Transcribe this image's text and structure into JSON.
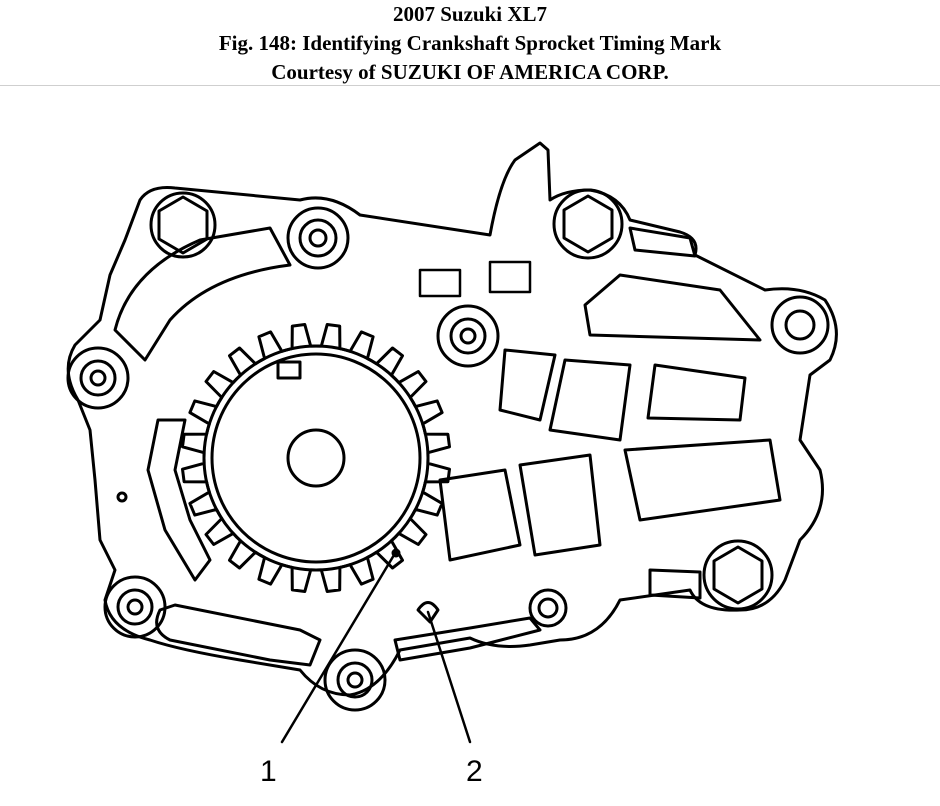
{
  "header": {
    "line1": "2007 Suzuki XL7",
    "line2": "Fig. 148: Identifying Crankshaft Sprocket Timing Mark",
    "line3": "Courtesy of SUZUKI OF AMERICA CORP."
  },
  "figure": {
    "callouts": [
      {
        "label": "1"
      },
      {
        "label": "2"
      }
    ]
  }
}
